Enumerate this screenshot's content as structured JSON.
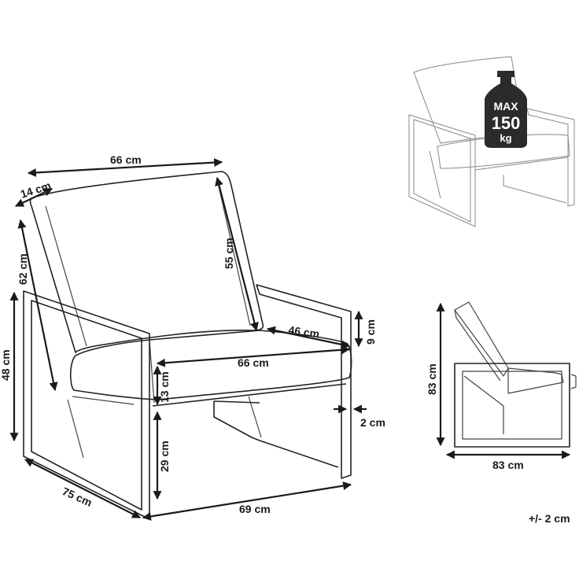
{
  "dimensions": {
    "back_width": "66 cm",
    "back_top_depth": "14 cm",
    "back_height_outer": "62 cm",
    "back_height_inner": "55 cm",
    "overall_height_front": "48 cm",
    "armrest_height": "9 cm",
    "seat_depth": "46 cm",
    "seat_width": "66 cm",
    "cushion_thickness": "13 cm",
    "seat_height": "29 cm",
    "frame_thickness": "2 cm",
    "overall_depth": "75 cm",
    "overall_width": "69 cm",
    "side_height": "83 cm",
    "side_depth": "83 cm"
  },
  "load": {
    "label": "MAX",
    "value": "150",
    "unit": "kg"
  },
  "tolerance": "+/- 2 cm"
}
